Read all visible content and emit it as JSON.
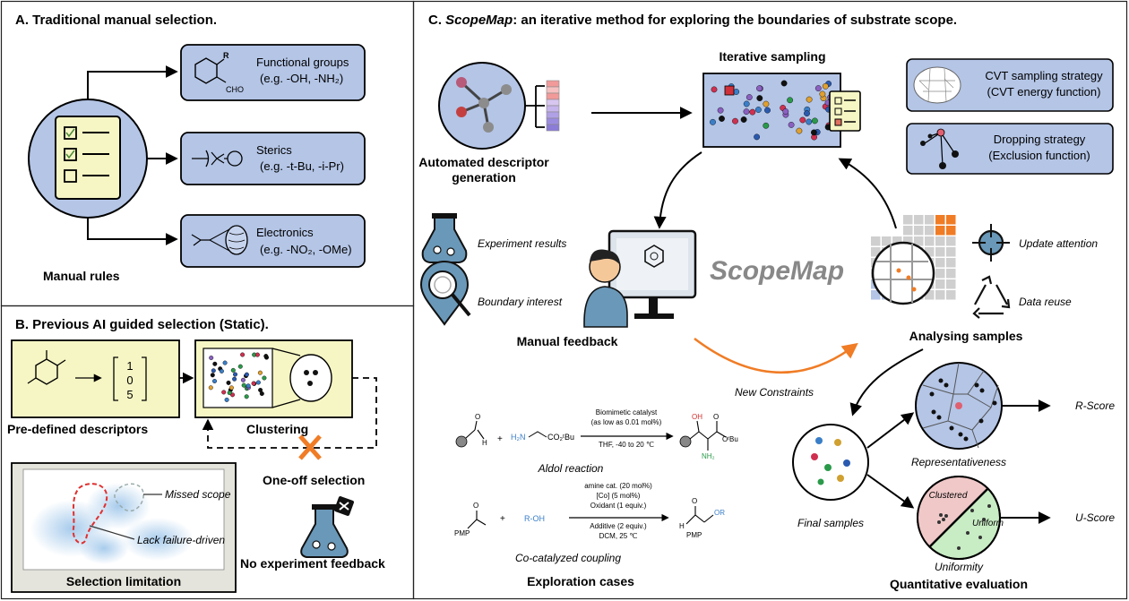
{
  "panel_a": {
    "title": "A. Traditional manual selection.",
    "manual_rules": "Manual rules",
    "aryl_substituent": "R",
    "aryl_aldehyde": "CHO",
    "functional": {
      "title": "Functional groups",
      "example": "(e.g. -OH, -NH₂)"
    },
    "sterics": {
      "title": "Sterics",
      "example": "(e.g. -t-Bu, -i-Pr)"
    },
    "electronics": {
      "title": "Electronics",
      "example": "(e.g. -NO₂, -OMe)"
    }
  },
  "panel_b": {
    "title": "B. Previous AI guided selection (Static).",
    "vector": [
      "1",
      "0",
      "5"
    ],
    "predefined": "Pre-defined descriptors",
    "clustering": "Clustering",
    "oneoff": "One-off selection",
    "missed_scope": "Missed scope",
    "lack_failure": "Lack failure-driven",
    "selection_limitation": "Selection limitation",
    "no_feedback": "No experiment feedback"
  },
  "panel_c": {
    "title_prefix": "C. ",
    "title_name": "ScopeMap",
    "title_rest": ": an iterative method for exploring the boundaries of substrate scope.",
    "iterative_sampling": "Iterative sampling",
    "automated_line1": "Automated descriptor",
    "automated_line2": "generation",
    "cvt_line1": "CVT sampling strategy",
    "cvt_line2": "(CVT energy function)",
    "drop_line1": "Dropping strategy",
    "drop_line2": "(Exclusion function)",
    "experiment_results": "Experiment results",
    "boundary_interest": "Boundary interest",
    "manual_feedback": "Manual feedback",
    "scopemap": "ScopeMap",
    "update_attention": "Update attention",
    "data_reuse": "Data reuse",
    "analysing": "Analysing samples",
    "new_constraints": "New Constraints",
    "aldol": {
      "cond1": "Biomimetic catalyst",
      "cond2": "(as low as 0.01 mol%)",
      "cond3": "THF, -40 to 20 ℃",
      "plus": "+",
      "name": "Aldol reaction"
    },
    "coupling": {
      "cond1": "amine cat. (20 mol%)",
      "cond2": "[Co] (5 mol%)",
      "cond3": "Oxidant (1 equiv.)",
      "cond4": "Additive (2 equiv.)",
      "cond5": "DCM, 25 ℃",
      "reagent": "R-OH",
      "plus": "+",
      "name": "Co-catalyzed coupling"
    },
    "exploration_cases": "Exploration cases",
    "final_samples": "Final samples",
    "representativeness": "Representativeness",
    "r_score": "R-Score",
    "clustered": "Clustered",
    "uniform": "Uniform",
    "uniformity": "Uniformity",
    "u_score": "U-Score",
    "quantitative": "Quantitative evaluation"
  },
  "colors": {
    "box_blue": "#b4c5e6",
    "box_yellow": "#f6f6c4",
    "orange": "#f07c25",
    "green": "#c8ecc4",
    "pink": "#f0c8c8"
  }
}
